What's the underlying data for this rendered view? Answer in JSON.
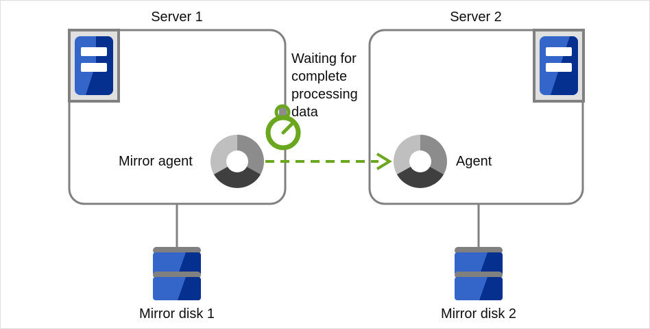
{
  "diagram": {
    "title_server1": "Server 1",
    "title_server2": "Server 2",
    "status_note": {
      "line1": "Waiting for",
      "line2": "complete",
      "line3": "processing",
      "line4": "data"
    },
    "agent_left_label": "Mirror agent",
    "agent_right_label": "Agent",
    "disk_left_label": "Mirror disk 1",
    "disk_right_label": "Mirror disk 2",
    "icons": {
      "server": "server-icon",
      "agent": "agent-ring-icon",
      "disk": "disk-stack-icon",
      "timer": "stopwatch-icon",
      "flow": "dashed-arrow-right-icon"
    },
    "colors": {
      "box_border": "#808080",
      "connector": "#808080",
      "accent_green": "#6aa61e",
      "server_blue_light": "#3465c8",
      "server_blue_dark": "#06308f",
      "icon_frame_fill": "#e0e0e0",
      "icon_frame_border": "#808080",
      "ring_light": "#bfbfbf",
      "ring_mid": "#8c8c8c",
      "ring_dark": "#3f3f3f",
      "text": "#0d0d0d",
      "page_border": "#dcdcdc"
    }
  }
}
